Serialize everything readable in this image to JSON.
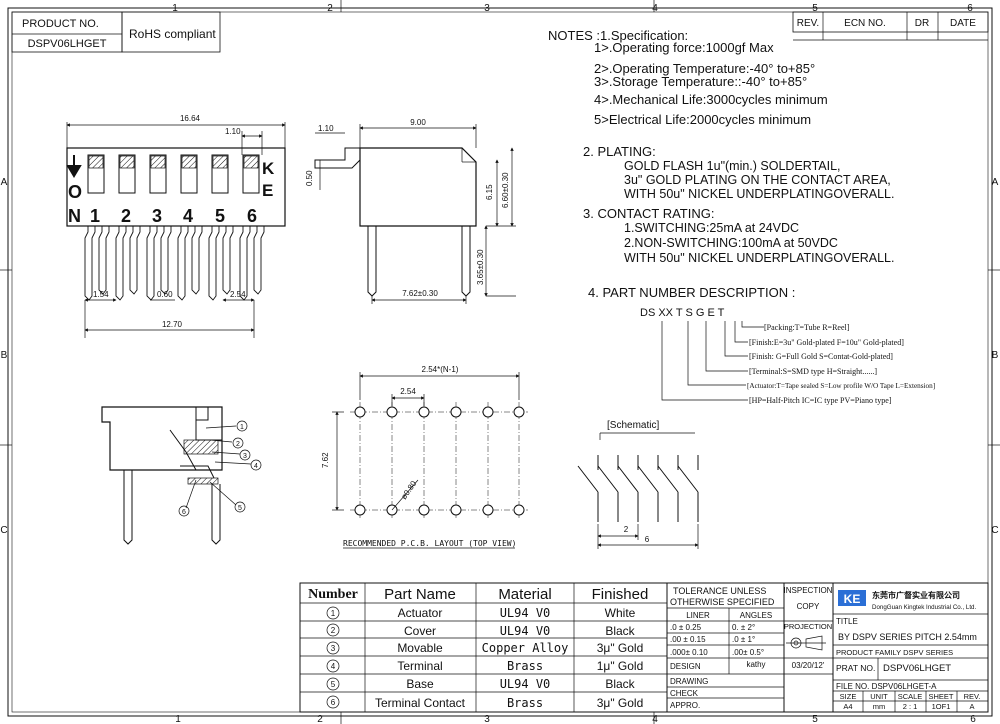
{
  "border": {
    "cols": [
      "1",
      "2",
      "3",
      "4",
      "5",
      "6"
    ],
    "rows": [
      "A",
      "B",
      "C"
    ]
  },
  "product_box": {
    "label": "PRODUCT    NO.",
    "part_no": "DSPV06LHGET",
    "rohs": "RoHS  compliant"
  },
  "revision_box": {
    "rev": "REV.",
    "ecn": "ECN NO.",
    "dr": "DR",
    "date": "DATE"
  },
  "notes": {
    "heading": "NOTES :",
    "spec_title": "1.Specification:",
    "spec_lines": [
      "1>.Operating force:1000gf Max",
      "2>.Operating Temperature:-40° to+85°",
      "3>.Storage Temperature::-40° to+85°",
      "4>.Mechanical Life:3000cycles minimum",
      "5>Electrical Life:2000cycles minimum"
    ],
    "plating_title": "2. PLATING:",
    "plating_lines": [
      "GOLD FLASH 1u\"(min.) SOLDERTAIL,",
      "3u\" GOLD PLATING  ON THE CONTACT AREA,",
      "WITH 50u\" NICKEL UNDERPLATINGOVERALL."
    ],
    "contact_title": "3. CONTACT RATING:",
    "contact_lines": [
      "1.SWITCHING:25mA at 24VDC",
      "2.NON-SWITCHING:100mA at 50VDC",
      "WITH 50u\" NICKEL UNDERPLATINGOVERALL."
    ],
    "pn_title": "4. PART NUMBER DESCRIPTION :",
    "pn_code": "DS XX  T  S G E T",
    "pn_lines": [
      "[Packing:T=Tube R=Reel]",
      "[Finish:E=3u\" Gold-plated F=10u\" Gold-plated]",
      "[Finish: G=Full Gold S=Contat-Gold-plated]",
      "[Terminal:S=SMD type  H=Straight......]",
      "[Actuator:T=Tape sealed S=Low profile W/O Tape L=Extension]",
      "[HP=Half-Pitch IC=IC type PV=Piano type]"
    ]
  },
  "front_view": {
    "dims": {
      "overall": "16.64",
      "pitch_top": "1.10",
      "pitch_bottom": "2.54",
      "left": "1.54",
      "pin_w": "0.60",
      "span": "12.70"
    },
    "on_label": "O",
    "n_label": "N",
    "k_label": "K",
    "e_label": "E",
    "pin_numbers": [
      "1",
      "2",
      "3",
      "4",
      "5",
      "6"
    ]
  },
  "side_view": {
    "dims": {
      "top": "1.10",
      "width": "9.00",
      "left": "0.50",
      "h1": "6.15",
      "h2": "6.60±0.30",
      "lead": "3.65±0.30",
      "row": "7.62±0.30"
    }
  },
  "pcb_layout": {
    "dims": {
      "span": "2.54*(N-1)",
      "pitch": "2.54",
      "row": "7.62",
      "hole": "ø0.80"
    },
    "caption": "RECOMMENDED P.C.B. LAYOUT (TOP VIEW)"
  },
  "section_view": {
    "callouts": [
      "1",
      "2",
      "3",
      "4",
      "5",
      "6"
    ]
  },
  "schematic": {
    "label": "[Schematic]",
    "dims": {
      "pitch": "2",
      "span": "6"
    }
  },
  "bom": {
    "headers": [
      "Number",
      "Part Name",
      "Material",
      "Finished"
    ],
    "rows": [
      {
        "no": "1",
        "name": "Actuator",
        "material": "UL94 V0",
        "finish": "White"
      },
      {
        "no": "2",
        "name": "Cover",
        "material": "UL94 V0",
        "finish": "Black"
      },
      {
        "no": "3",
        "name": "Movable",
        "material": "Copper Alloy",
        "finish": "3μ\" Gold"
      },
      {
        "no": "4",
        "name": "Terminal",
        "material": "Brass",
        "finish": "1μ\" Gold"
      },
      {
        "no": "5",
        "name": "Base",
        "material": "UL94 V0",
        "finish": "Black"
      },
      {
        "no": "6",
        "name": "Terminal Contact",
        "material": "Brass",
        "finish": "3μ\" Gold"
      }
    ]
  },
  "tolerance": {
    "title1": "TOLERANCE  UNLESS",
    "title2": "OTHERWISE  SPECIFIED",
    "liner": "LINER",
    "angles": "ANGLES",
    "rows": [
      {
        "l": ".0   ±   0.25",
        "a": "0.  ±    2°"
      },
      {
        "l": ".00  ±   0.15",
        "a": ".0  ±    1°"
      },
      {
        "l": ".000±   0.10",
        "a": ".00±    0.5°"
      }
    ],
    "design": "DESIGN",
    "designer": "kathy",
    "date": "03/20/12'",
    "drawing": "DRAWING",
    "check": "CHECK",
    "appro": "APPRO."
  },
  "inspection": {
    "l1": "INSPECTION",
    "l2": "COPY",
    "projection": "PROJECTION"
  },
  "title_block": {
    "logo": "KE",
    "company_cn": "东莞市广督实业有限公司",
    "company_en": "DongGuan Kingtek Industrial Co., Ltd.",
    "title_label": "TITLE",
    "title": "BY DSPV SERIES PITCH 2.54mm",
    "family": "PRODUCT  FAMILY DSPV SERIES",
    "prat_no_label": "PRAT NO.",
    "prat_no": "DSPV06LHGET",
    "file_no": "FILE NO.   DSPV06LHGET-A",
    "foot_headers": [
      "SIZE",
      "UNIT",
      "SCALE",
      "SHEET",
      "REV."
    ],
    "foot_values": [
      "A4",
      "mm",
      "2 : 1",
      "1OF1",
      "A"
    ]
  }
}
